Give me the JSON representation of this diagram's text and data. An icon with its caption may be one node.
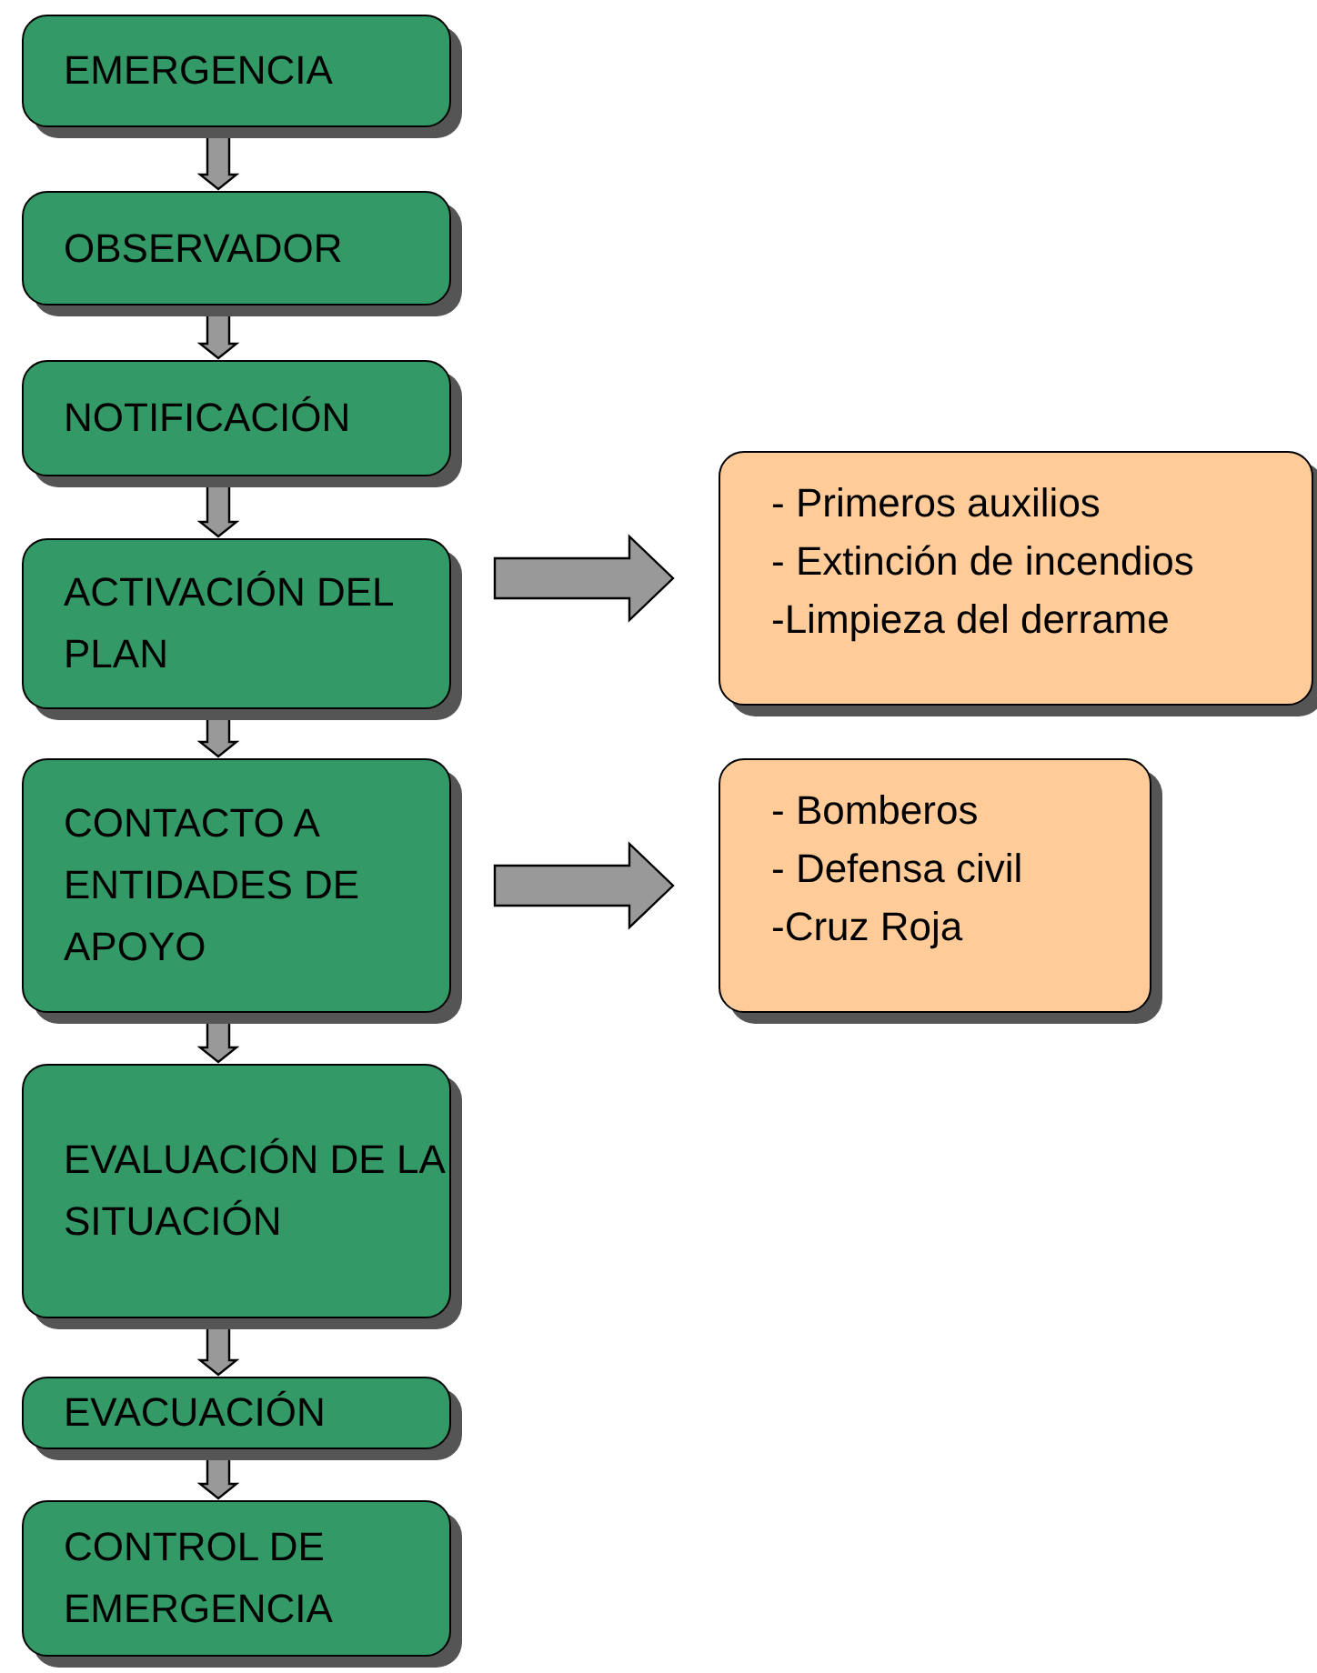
{
  "diagram": {
    "nodes": [
      {
        "text": [
          "EMERGENCIA"
        ]
      },
      {
        "text": [
          "OBSERVADOR"
        ]
      },
      {
        "text": [
          "NOTIFICACIÓN"
        ]
      },
      {
        "text": [
          "ACTIVACIÓN DEL PLAN"
        ]
      },
      {
        "text": [
          "CONTACTO A ENTIDADES DE APOYO"
        ]
      },
      {
        "text": [
          "EVALUACIÓN DE LA SITUACIÓN"
        ]
      },
      {
        "text": [
          "EVACUACIÓN"
        ]
      },
      {
        "text": [
          "CONTROL DE EMERGENCIA"
        ]
      },
      {
        "text": [
          "- Primeros auxilios",
          "- Extinción de incendios",
          "-Limpieza del derrame"
        ]
      },
      {
        "text": [
          "- Bomberos",
          "- Defensa civil",
          "-Cruz Roja"
        ]
      }
    ],
    "edges": [
      {
        "from": 0,
        "to": 1,
        "arrow": "to"
      },
      {
        "from": 1,
        "to": 2,
        "arrow": "to"
      },
      {
        "from": 2,
        "to": 3,
        "arrow": "to"
      },
      {
        "from": 3,
        "to": 4,
        "arrow": "to"
      },
      {
        "from": 4,
        "to": 5,
        "arrow": "to"
      },
      {
        "from": 5,
        "to": 6,
        "arrow": "to"
      },
      {
        "from": 6,
        "to": 7,
        "arrow": "to"
      },
      {
        "from": 3,
        "to": 8,
        "arrow": "to"
      },
      {
        "from": 4,
        "to": 9,
        "arrow": "to"
      }
    ]
  }
}
